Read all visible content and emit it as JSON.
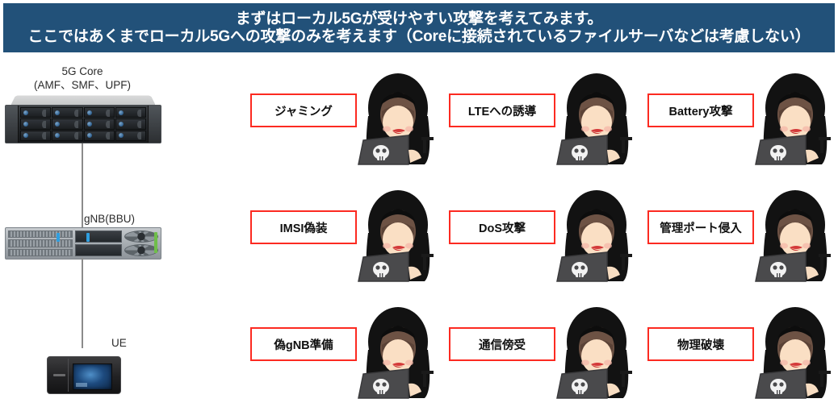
{
  "header": {
    "line1": "まずはローカル5Gが受けやすい攻撃を考えてみます。",
    "line2": "ここではあくまでローカル5Gへの攻撃のみを考えます（Coreに接続されているファイルサーバなどは考慮しない）",
    "background_color": "#225179",
    "text_color": "#FFFFFF"
  },
  "diagram": {
    "nodes": [
      {
        "id": "core",
        "label": "5G Core\n(AMF、SMF、UPF)",
        "label_line1": "5G Core",
        "label_line2": "(AMF、SMF、UPF)",
        "device": "rack-server-2u"
      },
      {
        "id": "gnb",
        "label": "gNB(BBU)",
        "device": "rack-server-1u-rear"
      },
      {
        "id": "ue",
        "label": "UE",
        "device": "mobile-router"
      }
    ],
    "links": [
      {
        "from": "core",
        "to": "gnb"
      },
      {
        "from": "gnb",
        "to": "ue"
      }
    ],
    "link_color": "#8B8B8B"
  },
  "attack_grid": {
    "columns": 3,
    "rows": 3,
    "label_border_color": "#FC2A21",
    "label_fill_color": "#FFFFFF",
    "actor_icon": "hacker-with-laptop-icon",
    "cells": [
      {
        "label": "ジャミング"
      },
      {
        "label": "LTEへの誘導"
      },
      {
        "label": "Battery攻撃"
      },
      {
        "label": "IMSI偽装"
      },
      {
        "label": "DoS攻撃"
      },
      {
        "label": "管理ポート侵入"
      },
      {
        "label": "偽gNB準備"
      },
      {
        "label": "通信傍受"
      },
      {
        "label": "物理破壊"
      }
    ]
  }
}
